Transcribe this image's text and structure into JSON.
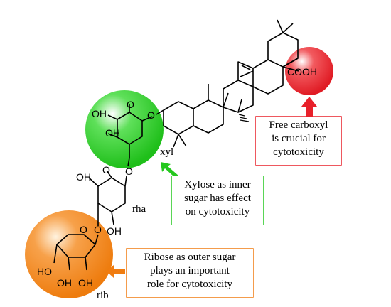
{
  "colors": {
    "free_carboxyl": "#e8202a",
    "xylose": "#24c81e",
    "ribose": "#f07c10",
    "bond": "#000000"
  },
  "molecule": {
    "cooh_label": "COOH",
    "xyl_label": "xyl",
    "rha_label": "rha",
    "rib_label": "rib",
    "oh": "OH",
    "ho": "HO",
    "o": "O"
  },
  "annotations": {
    "carboxyl": [
      "Free carboxyl",
      "is crucial for",
      "cytotoxicity"
    ],
    "xylose": [
      "Xylose as inner",
      "sugar has effect",
      "on cytotoxicity"
    ],
    "ribose": [
      "Ribose as outer sugar",
      "plays an important",
      "role for cytotoxicity"
    ]
  }
}
